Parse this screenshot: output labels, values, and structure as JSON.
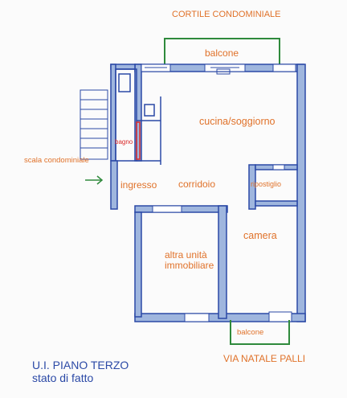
{
  "labels": {
    "courtyard": "CORTILE CONDOMINIALE",
    "balcony_top": "balcone",
    "kitchen_living": "cucina/soggiorno",
    "bathroom": "bagno",
    "stairs": "scala condominiale",
    "entrance": "ingresso",
    "corridor": "corridoio",
    "storage": "ripostiglio",
    "bedroom": "camera",
    "other_unit_line1": "altra unità",
    "other_unit_line2": "immobiliare",
    "balcony_bottom": "balcone",
    "street": "VIA NATALE PALLI",
    "title_line1": "U.I. PIANO TERZO",
    "title_line2": "stato di fatto"
  },
  "colors": {
    "annotation": "#e0722a",
    "title": "#2b49a6",
    "wall_outline": "#2b49a6",
    "balcony_outline": "#2f8a3c",
    "wall_fill": "#9fb6de",
    "bathroom_mark": "#d92a2a",
    "arrow": "#2f8a3c"
  }
}
